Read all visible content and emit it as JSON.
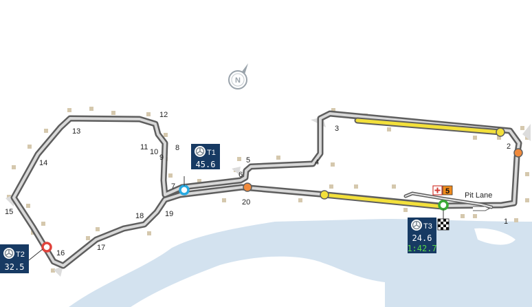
{
  "map": {
    "compass_letter": "N",
    "pit_lane_label": "Pit Lane",
    "drs_count": "5",
    "turns": [
      "1",
      "2",
      "3",
      "4",
      "5",
      "6",
      "7",
      "8",
      "9",
      "10",
      "11",
      "12",
      "13",
      "14",
      "15",
      "16",
      "17",
      "18",
      "19",
      "20"
    ],
    "sectors": [
      {
        "label": "T1",
        "speed": "45.6",
        "color": "#27a9e1"
      },
      {
        "label": "T2",
        "speed": "32.5",
        "color": "#e0433c"
      },
      {
        "label": "T3",
        "speed": "24.6",
        "lap_time": "1:42.7",
        "color": "#3aa935"
      }
    ],
    "colors": {
      "track": "#7a7a7a",
      "drs_zone": "#f3e03b",
      "water": "#d3e2ef",
      "marker": "#d5c8ad",
      "sector_box": "#173a63",
      "speed_trap": "#f08a3c"
    }
  }
}
